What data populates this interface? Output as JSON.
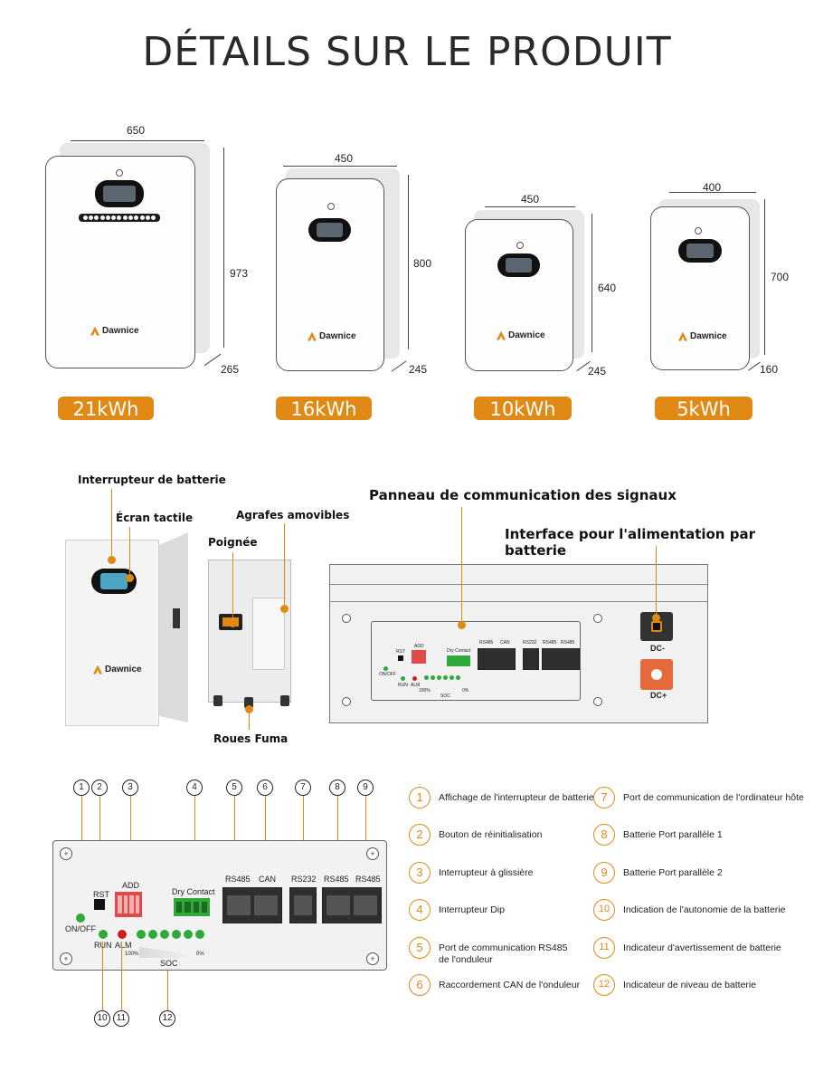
{
  "title": "DÉTAILS SUR LE PRODUIT",
  "models": [
    {
      "width": "650",
      "height": "973",
      "depth": "265",
      "capacity": "21kWh",
      "brand": "Dawnice"
    },
    {
      "width": "450",
      "height": "800",
      "depth": "245",
      "capacity": "16kWh",
      "brand": "Dawnice"
    },
    {
      "width": "450",
      "height": "640",
      "depth": "245",
      "capacity": "10kWh",
      "brand": "Dawnice"
    },
    {
      "width": "400",
      "height": "700",
      "depth": "160",
      "capacity": "5kWh",
      "brand": "Dawnice"
    }
  ],
  "features": {
    "battery_switch": "Interrupteur de batterie",
    "touch_screen": "Écran tactile",
    "clips": "Agrafes amovibles",
    "handle": "Poignée",
    "wheels": "Roues Fuma",
    "comm_panel": "Panneau de communication des signaux",
    "power_interface": "Interface pour l'alimentation par batterie",
    "brand": "Dawnice"
  },
  "small_panel": {
    "rst": "RST",
    "add": "ADD",
    "dry_contact": "Dry Contact",
    "on_off": "ON/OFF",
    "run": "RUN",
    "alm": "ALM",
    "soc": "SOC",
    "pct100": "100%",
    "pct0": "0%",
    "ports": [
      "RS485",
      "CAN",
      "RS232",
      "RS485",
      "RS485"
    ],
    "dc_minus": "DC-",
    "dc_plus": "DC+"
  },
  "big_panel": {
    "rst": "RST",
    "add": "ADD",
    "dry_contact": "Dry Contact",
    "on_off": "ON/OFF",
    "run": "RUN",
    "alm": "ALM",
    "soc": "SOC",
    "pct100": "100%",
    "pct0": "0%",
    "ports": [
      "RS485",
      "CAN",
      "RS232",
      "RS485",
      "RS485"
    ]
  },
  "numbers": [
    "1",
    "2",
    "3",
    "4",
    "5",
    "6",
    "7",
    "8",
    "9",
    "10",
    "11",
    "12"
  ],
  "legend": [
    {
      "num": "1",
      "text": "Affichage de l'interrupteur de batterie"
    },
    {
      "num": "2",
      "text": "Bouton de réinitialisation"
    },
    {
      "num": "3",
      "text": "Interrupteur à glissière"
    },
    {
      "num": "4",
      "text": "Interrupteur Dip"
    },
    {
      "num": "5",
      "text": "Port de communication RS485",
      "text2": "de l'onduleur"
    },
    {
      "num": "6",
      "text": "Raccordement CAN de l'onduleur"
    },
    {
      "num": "7",
      "text": "Port de communication de l'ordinateur hôte"
    },
    {
      "num": "8",
      "text": "Batterie Port parallèle 1"
    },
    {
      "num": "9",
      "text": "Batterie Port parallèle 2"
    },
    {
      "num": "10",
      "text": "Indication de l'autonomie de la batterie"
    },
    {
      "num": "11",
      "text": "Indicateur d'avertissement de batterie"
    },
    {
      "num": "12",
      "text": "Indicateur de niveau de batterie"
    }
  ],
  "colors": {
    "accent": "#e08a15",
    "led_green": "#2faa3a",
    "led_red": "#c81f1f"
  }
}
